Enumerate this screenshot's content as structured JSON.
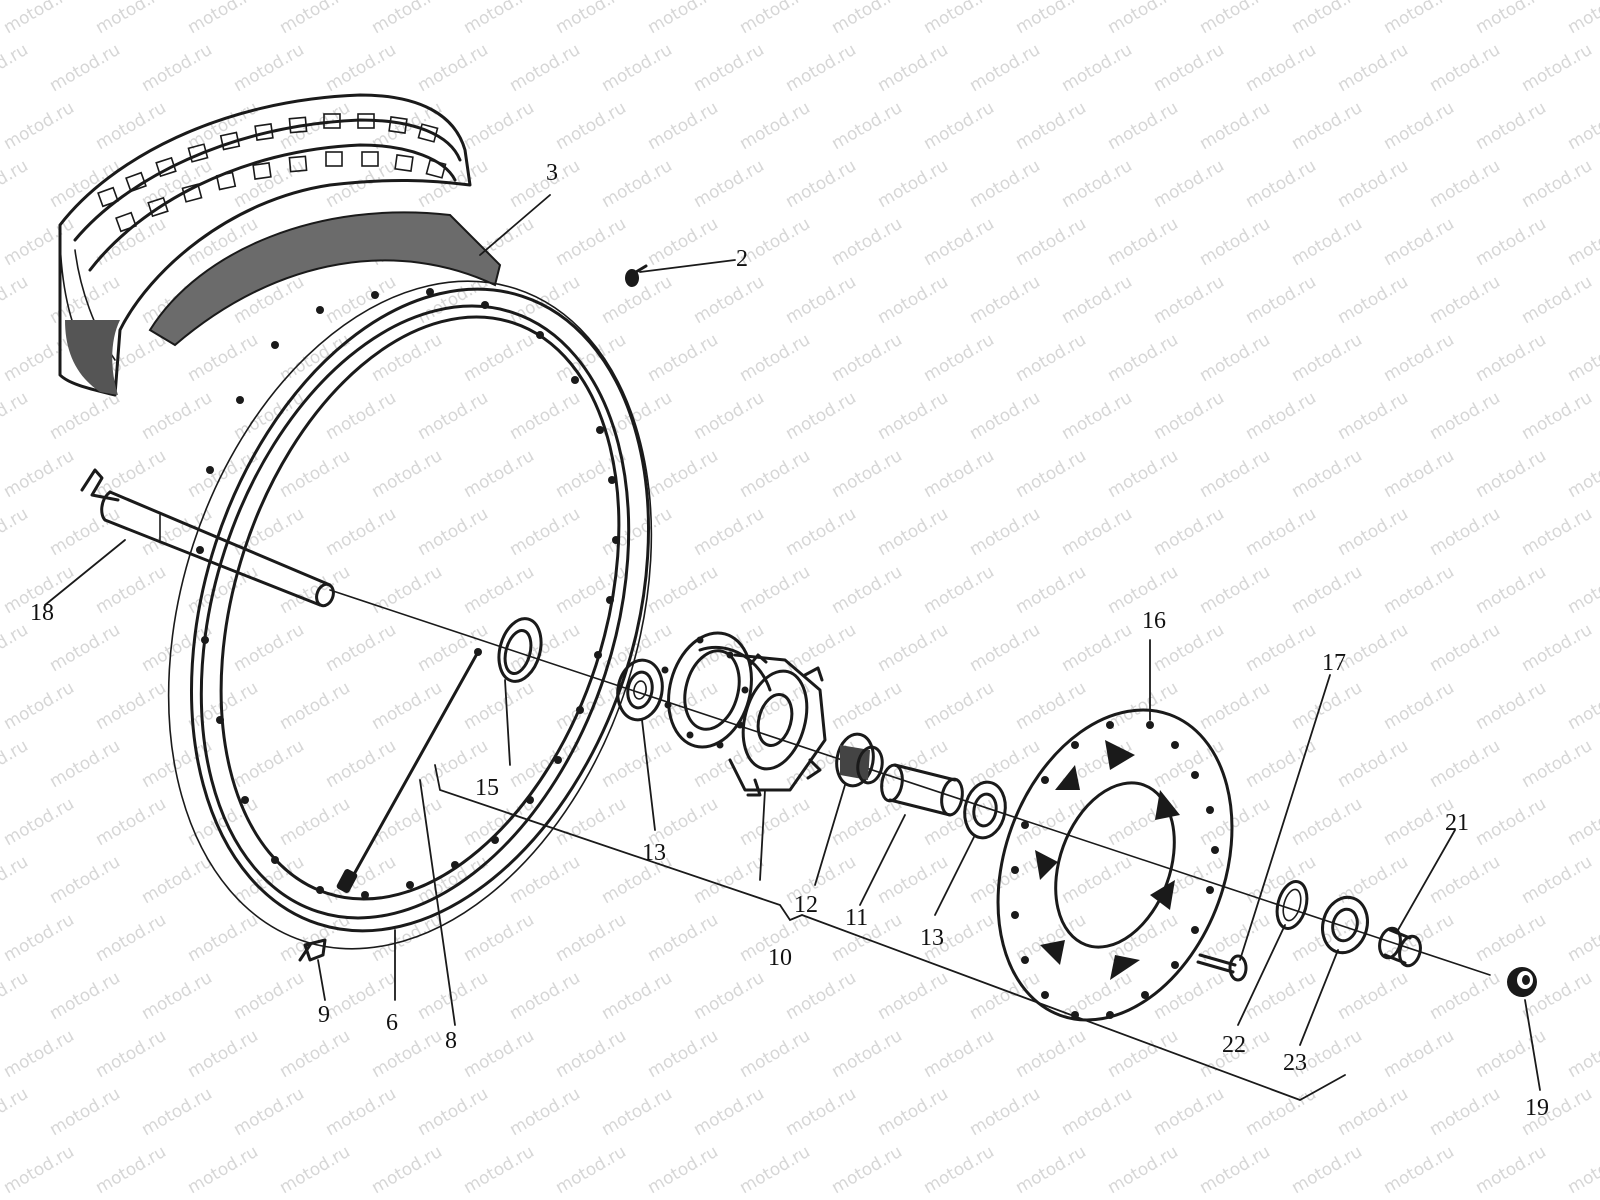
{
  "watermark": {
    "text": "motod.ru"
  },
  "colors": {
    "ink": "#1a1a1a",
    "watermark": "#c9c9c9",
    "background": "#ffffff"
  },
  "labels": {
    "p2": "2",
    "p3": "3",
    "p6": "6",
    "p8": "8",
    "p9": "9",
    "p10": "10",
    "p11": "11",
    "p12": "12",
    "p13a": "13",
    "p13b": "13",
    "p15": "15",
    "p16": "16",
    "p17": "17",
    "p18": "18",
    "p19": "19",
    "p21": "21",
    "p22": "22",
    "p23": "23"
  }
}
